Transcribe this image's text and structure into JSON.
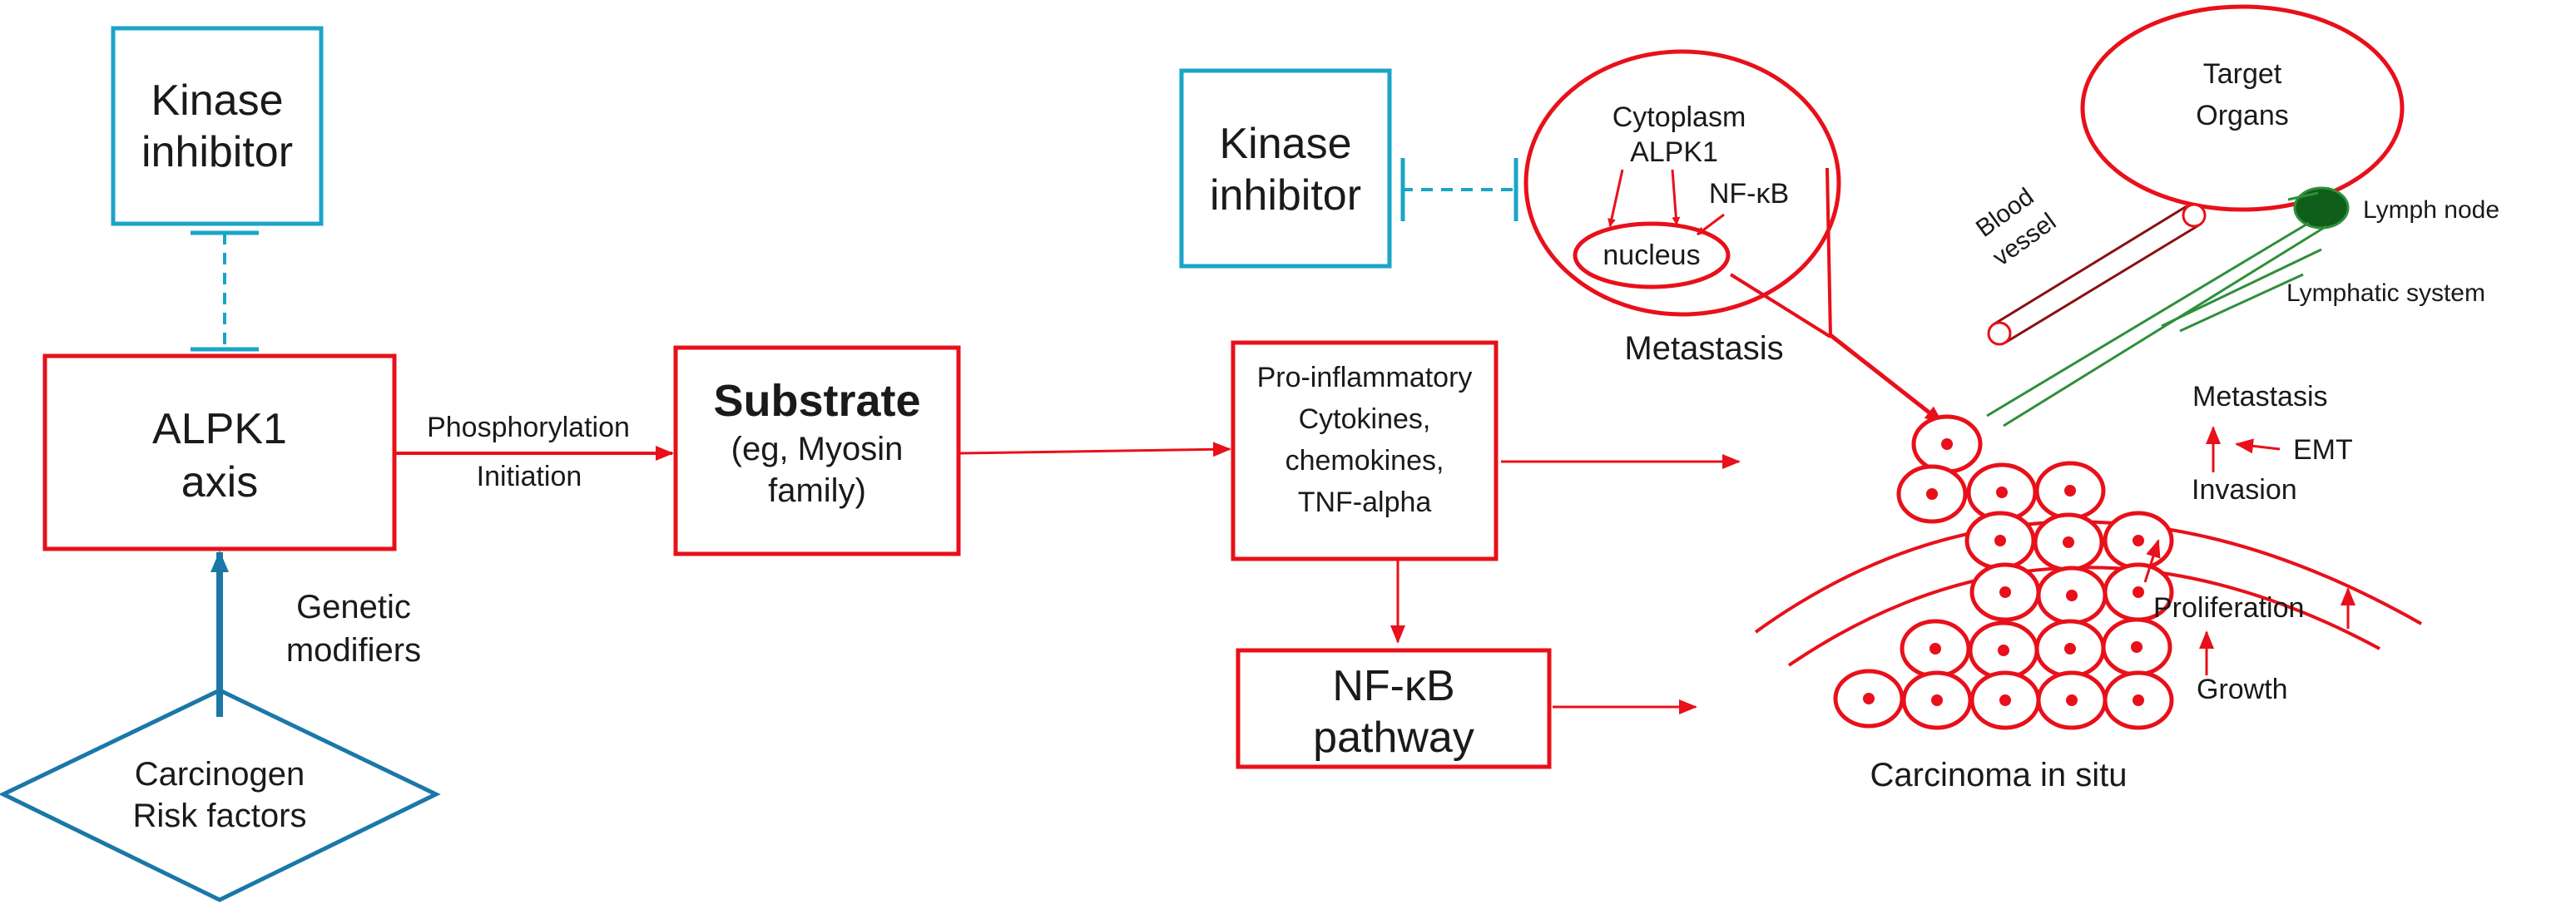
{
  "left_panel": {
    "kinase_inhibitor": [
      "Kinase",
      "inhibitor"
    ],
    "alpk1_axis": [
      "ALPK1",
      "axis"
    ],
    "edge_label_top": "Phosphorylation",
    "edge_label_bottom": "Initiation",
    "genetic_modifiers": [
      "Genetic",
      "modifiers"
    ],
    "carcinogen": [
      "Carcinogen",
      "Risk factors"
    ]
  },
  "middle_panel": {
    "substrate_title": "Substrate",
    "substrate_detail": [
      "(eg, Myosin",
      "family)"
    ],
    "proinflammatory": [
      "Pro-inflammatory",
      "Cytokines,",
      "chemokines,",
      "TNF-alpha"
    ],
    "nfkb_pathway": [
      "NF-κB",
      "pathway"
    ]
  },
  "right_panel": {
    "kinase_inhibitor": [
      "Kinase",
      "inhibitor"
    ],
    "cell_labels": {
      "cytoplasm": "Cytoplasm",
      "alpk1": "ALPK1",
      "nfkb": "NF-κB",
      "nucleus": "nucleus"
    },
    "metastasis_caption": "Metastasis",
    "target_organs": [
      "Target",
      "Organs"
    ],
    "lymph_node": "Lymph node",
    "blood_vessel": [
      "Blood",
      "vessel"
    ],
    "lymphatic_system": "Lymphatic system",
    "stages": {
      "metastasis": "Metastasis",
      "emt": "EMT",
      "invasion": "Invasion",
      "proliferation": "Proliferation",
      "growth": "Growth"
    },
    "carcinoma_caption": "Carcinoma in situ"
  },
  "colors": {
    "red": "#e8101a",
    "teal": "#1aa5c8",
    "blue": "#1a78a8",
    "green": "#2f8f3a",
    "lymph_green": "#0f5e1a"
  }
}
